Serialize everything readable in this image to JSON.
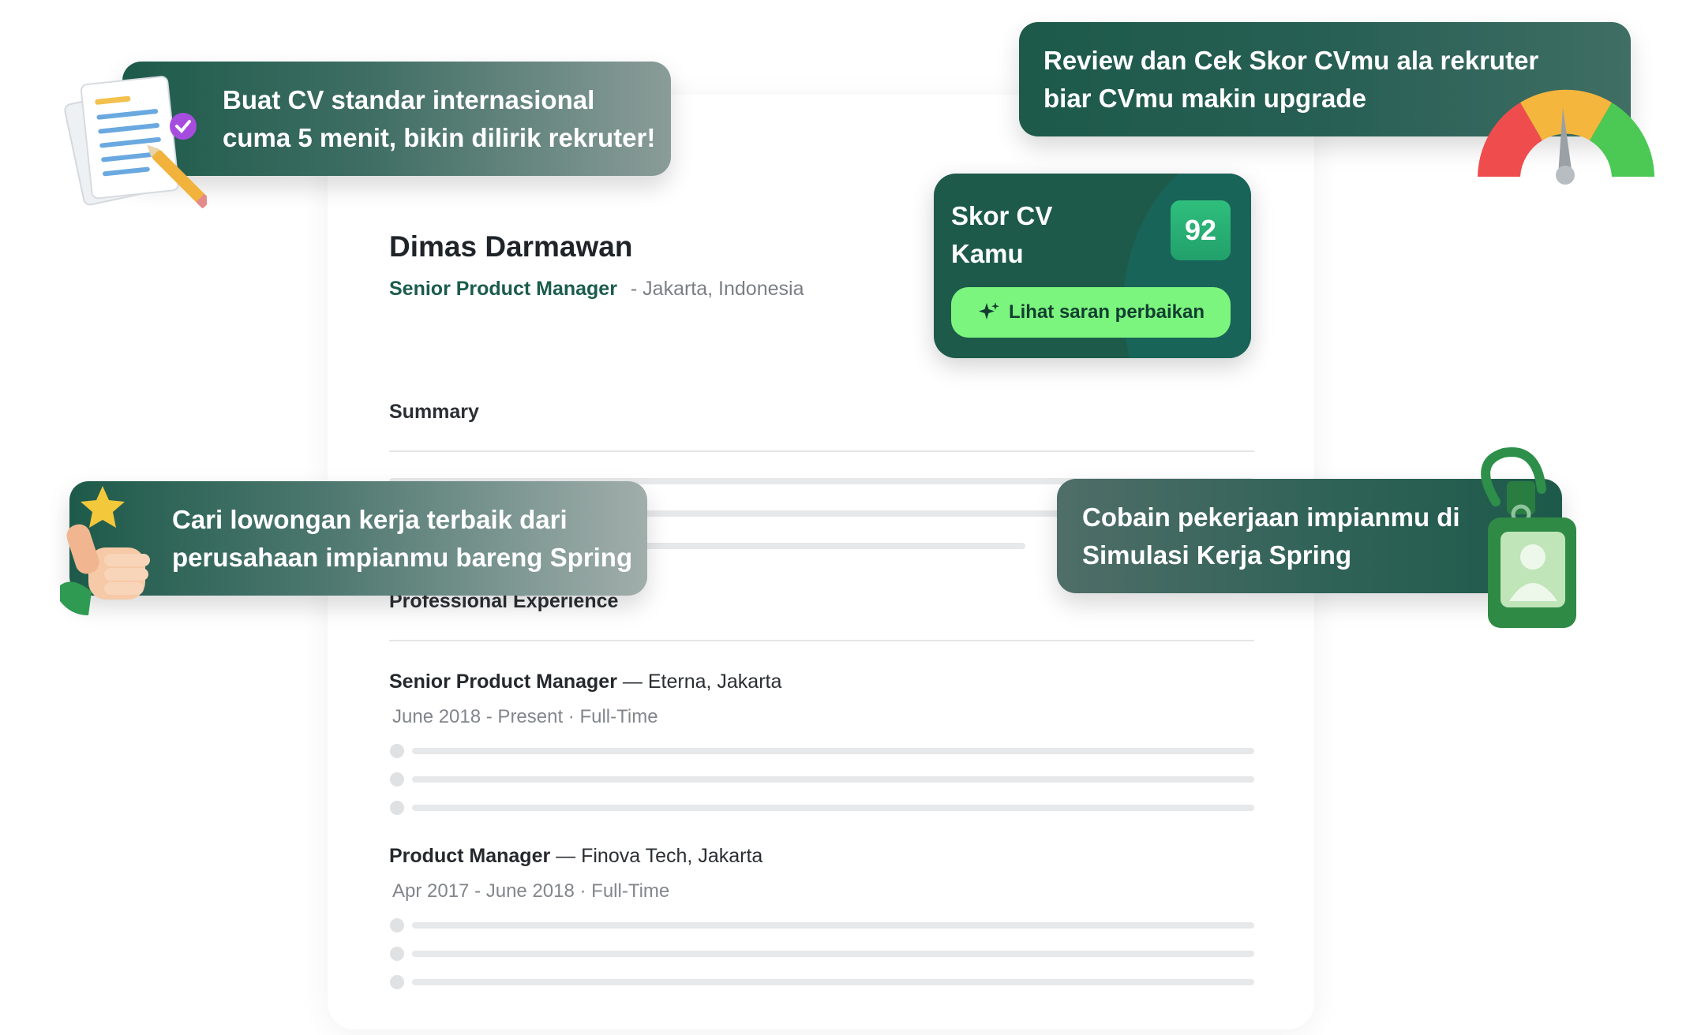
{
  "cv": {
    "name": "Dimas Darmawan",
    "role": "Senior Product Manager",
    "location": "- Jakarta, Indonesia",
    "summary_heading": "Summary",
    "experience_heading": "Professional Experience",
    "jobs": [
      {
        "title": "Senior Product Manager",
        "company": " — Eterna, Jakarta",
        "meta": "June 2018 - Present · Full-Time"
      },
      {
        "title": "Product Manager",
        "company": " — Finova Tech, Jakarta",
        "meta": "Apr 2017 - June 2018 · Full-Time"
      }
    ]
  },
  "score_card": {
    "label": "Skor CV Kamu",
    "score": "92",
    "button_label": "Lihat saran perbaikan"
  },
  "banners": {
    "cv_builder": {
      "line1": "Buat CV standar internasional",
      "line2": "cuma 5 menit, bikin dilirik rekruter!"
    },
    "cv_review": {
      "line1": "Review dan Cek Skor CVmu ala rekruter",
      "line2": "biar CVmu makin upgrade"
    },
    "job_search": {
      "line1": "Cari lowongan kerja terbaik dari",
      "line2": "perusahaan impianmu bareng Spring"
    },
    "job_simulation": {
      "line1": "Cobain pekerjaan impianmu di",
      "line2": "Simulasi Kerja Spring"
    }
  },
  "icons": {
    "document": "document-pencil-icon",
    "gauge": "gauge-icon",
    "thumbs_up": "thumbs-up-star-icon",
    "id_badge": "id-badge-icon",
    "sparkle": "sparkle-icon"
  },
  "colors": {
    "brand_dark_green": "#1d5a4a",
    "accent_green": "#7cf57e",
    "score_badge": "#22a06b"
  }
}
